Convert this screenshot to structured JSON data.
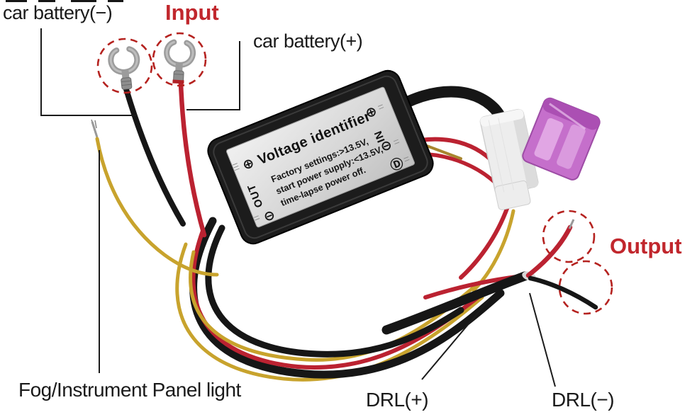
{
  "image_type": "product-photo of DRL controller harness",
  "annotations": {
    "car_battery_neg": "car battery(−)",
    "input": "Input",
    "car_battery_pos": "car battery(+)",
    "output": "Output",
    "fog_instrument_light": "Fog/Instrument Panel light",
    "drl_pos": "DRL(+)",
    "drl_neg": "DRL(−)"
  },
  "module_label": {
    "title": "Voltage identifier",
    "spec_lines": [
      "Factory settings:>13.5V,",
      "start power supply:<13.5V,",
      "time-lapse power off."
    ],
    "out_port": "OUT",
    "in_port": "IN",
    "symbols": {
      "plus": "⊕",
      "minus": "⊖",
      "delay_d": "Ⓓ"
    }
  },
  "colors": {
    "annotation_red": "#c1272d",
    "text_black": "#1a1a1a",
    "dashed_circle_red": "#b5221f",
    "wire_red": "#bb2231",
    "wire_yellow": "#c8a32d",
    "wire_black": "#161616",
    "module_body": "#1c1c1c",
    "label_silver": "#d9d9d9",
    "fuse_purple": "#c56fcb",
    "connector_white": "#ededed"
  }
}
